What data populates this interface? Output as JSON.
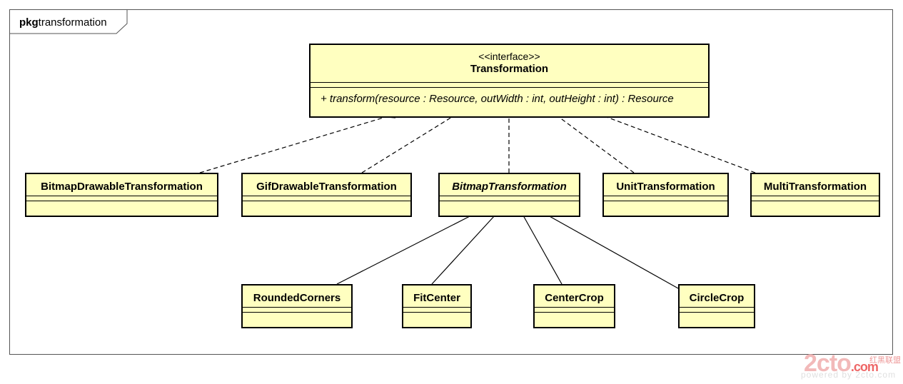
{
  "package": {
    "keyword": "pkg",
    "name": "transformation"
  },
  "interface": {
    "stereotype": "<<interface>>",
    "name": "Transformation",
    "operation": "+ transform(resource : Resource, outWidth : int, outHeight : int) : Resource"
  },
  "implementations": [
    "BitmapDrawableTransformation",
    "GifDrawableTransformation",
    "BitmapTransformation",
    "UnitTransformation",
    "MultiTransformation"
  ],
  "subclasses": [
    "RoundedCorners",
    "FitCenter",
    "CenterCrop",
    "CircleCrop"
  ],
  "watermark": {
    "main": "2cto",
    "suffix": ".com",
    "cn": "红黑联盟",
    "powered": "powered by 2cto.com"
  },
  "colors": {
    "class_fill": "#ffffc0",
    "border": "#000000",
    "watermark": "#f2b9b9"
  }
}
